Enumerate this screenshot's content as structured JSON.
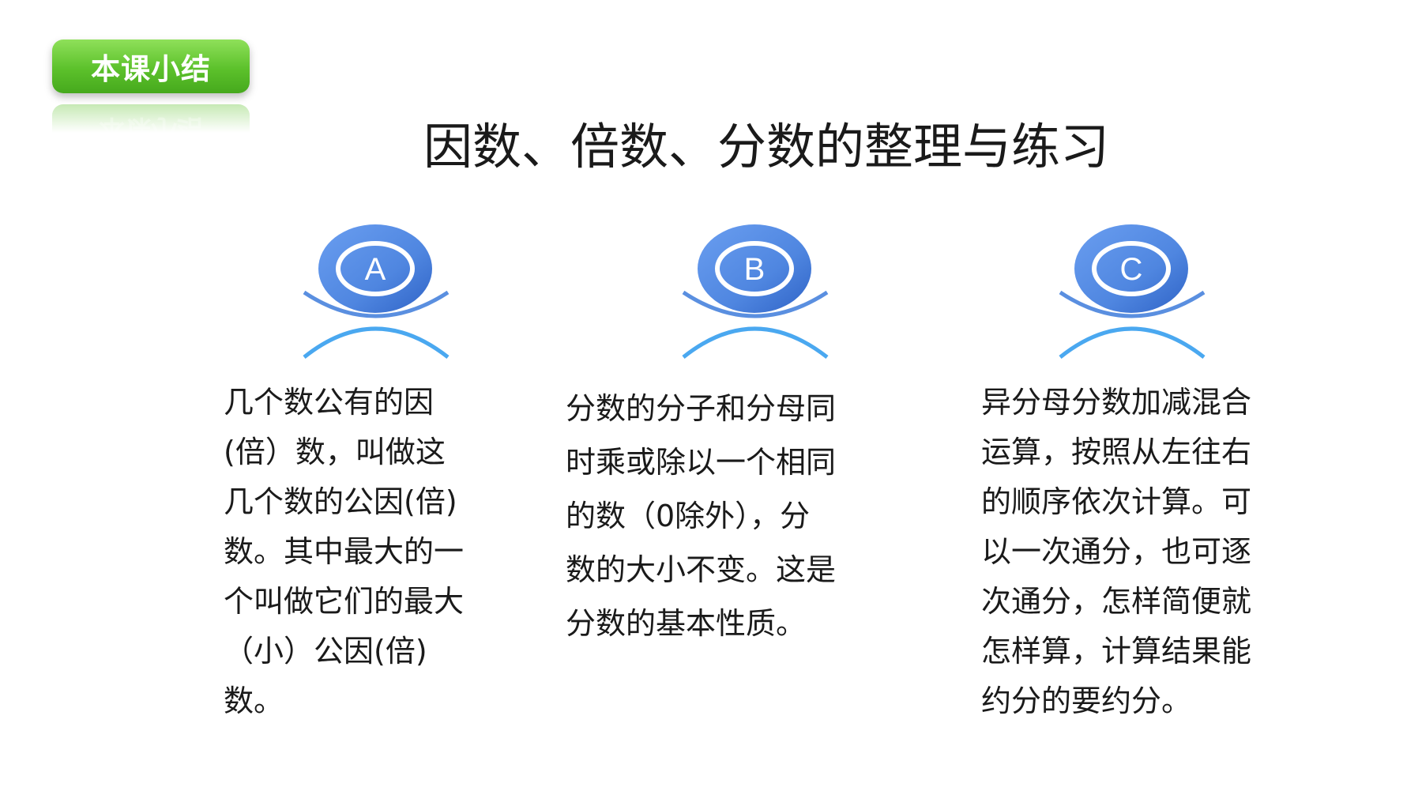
{
  "badge": {
    "label": "本课小结"
  },
  "title": "因数、倍数、分数的整理与练习",
  "colors": {
    "badge_green": "#5cc12b",
    "icon_blue": "#5a8fe0",
    "icon_arc_blue": "#4aa8f0",
    "text": "#1a1a1a"
  },
  "items": [
    {
      "letter": "A",
      "text": "几个数公有的因\n(倍）数，叫做这\n几个数的公因(倍)\n数。其中最大的一\n个叫做它们的最大\n（小）公因(倍)\n数。"
    },
    {
      "letter": "B",
      "text": "分数的分子和分母同\n时乘或除以一个相同\n的数（0除外），分\n数的大小不变。这是\n分数的基本性质。"
    },
    {
      "letter": "C",
      "text": "异分母分数加减混合\n运算，按照从左往右\n的顺序依次计算。可\n以一次通分，也可逐\n次通分，怎样简便就\n怎样算，计算结果能\n约分的要约分。"
    }
  ]
}
